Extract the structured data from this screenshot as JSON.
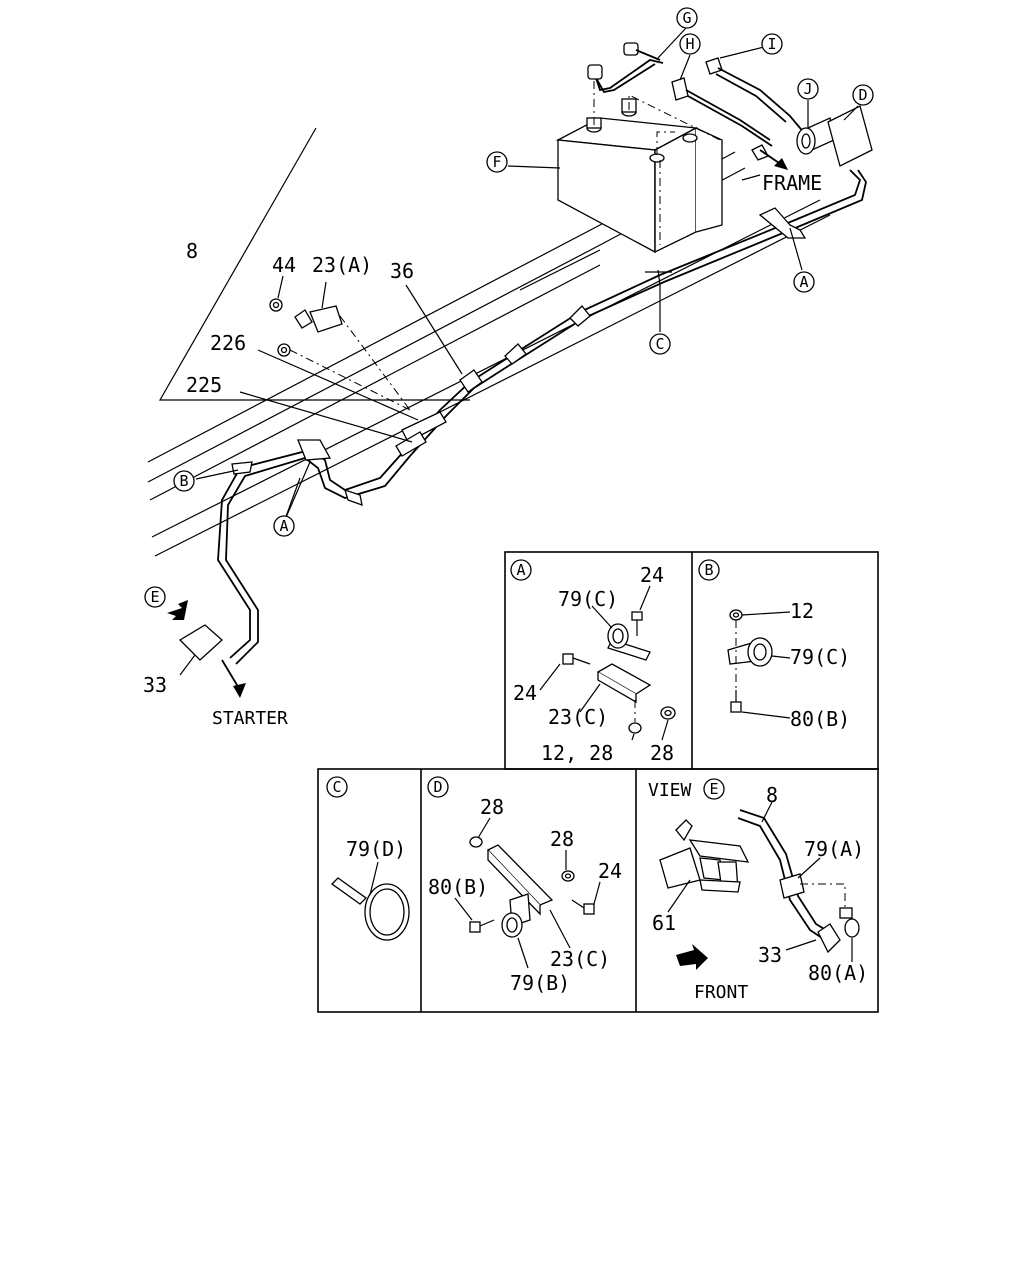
{
  "main": {
    "labels": {
      "p8": "8",
      "p44": "44",
      "p23a": "23(A)",
      "p36": "36",
      "p226": "226",
      "p225": "225",
      "frame": "FRAME",
      "starter": "STARTER",
      "p33": "33"
    },
    "callouts": {
      "g": "G",
      "h": "H",
      "i": "I",
      "j": "J",
      "d": "D",
      "f": "F",
      "a1": "A",
      "a2": "A",
      "c": "C",
      "b": "B",
      "e": "E"
    }
  },
  "detail_a": {
    "tag": "A",
    "labels": {
      "p24a": "24",
      "p79c": "79(C)",
      "p24b": "24",
      "p23c": "23(C)",
      "p1228": "12, 28",
      "p28": "28"
    }
  },
  "detail_b": {
    "tag": "B",
    "labels": {
      "p12": "12",
      "p79c": "79(C)",
      "p80b": "80(B)"
    }
  },
  "detail_c": {
    "tag": "C",
    "labels": {
      "p79d": "79(D)"
    }
  },
  "detail_d": {
    "tag": "D",
    "labels": {
      "p28a": "28",
      "p28b": "28",
      "p24": "24",
      "p80b": "80(B)",
      "p23c": "23(C)",
      "p79b": "79(B)"
    }
  },
  "detail_e": {
    "view": "VIEW",
    "tag": "E",
    "labels": {
      "p8": "8",
      "p79a": "79(A)",
      "p61": "61",
      "p33": "33",
      "p80a": "80(A)",
      "front": "FRONT"
    }
  }
}
